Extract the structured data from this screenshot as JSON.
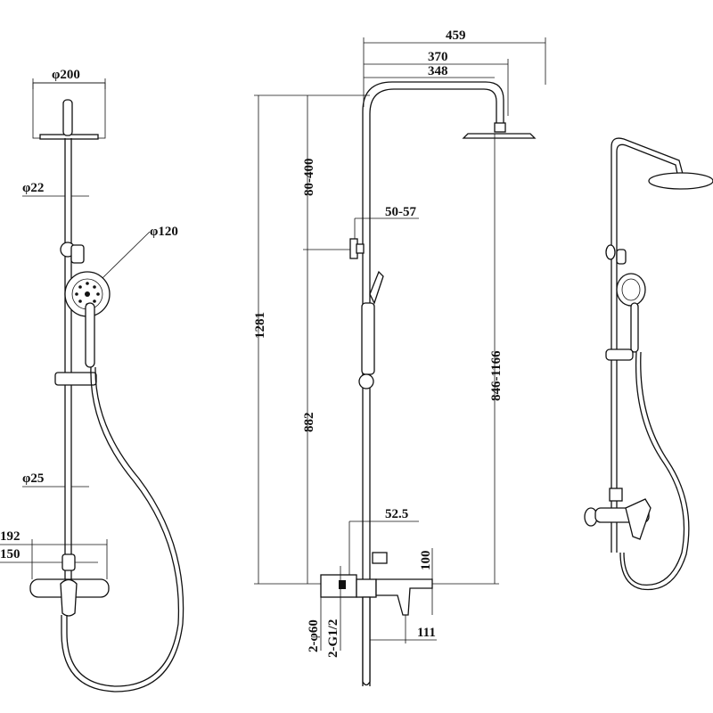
{
  "front_view": {
    "head_diameter": "φ200",
    "pipe_diameter_upper": "φ22",
    "hand_shower_diameter": "φ120",
    "pipe_diameter_lower": "φ25",
    "valve_width_outer": "192",
    "valve_width_inner": "150"
  },
  "side_view": {
    "arm_total": "459",
    "arm_mid": "370",
    "arm_inner": "348",
    "adjust_upper": "80-400",
    "bracket_offset": "50-57",
    "total_height": "1281",
    "lower_height": "882",
    "head_height_range": "846-1166",
    "valve_offset": "52.5",
    "valve_height": "100",
    "spout_depth": "111",
    "flange_diameter": "2-φ60",
    "thread": "2-G1/2"
  }
}
